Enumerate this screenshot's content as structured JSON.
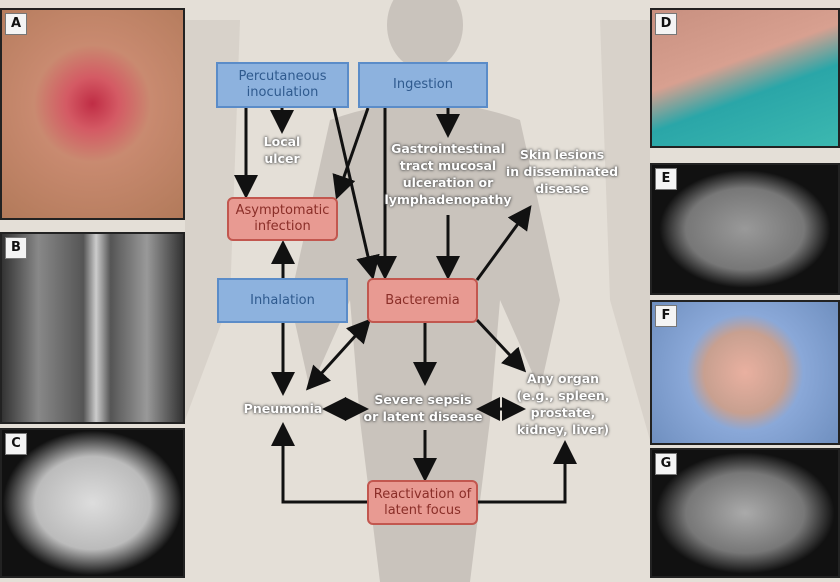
{
  "panels": {
    "a": "A",
    "b": "B",
    "c": "C",
    "d": "D",
    "e": "E",
    "f": "F",
    "g": "G"
  },
  "boxes": {
    "percutaneous": "Percutaneous inoculation",
    "ingestion": "Ingestion",
    "asymptomatic": "Asymptomatic infection",
    "inhalation": "Inhalation",
    "bacteremia": "Bacteremia",
    "reactivation": "Reactivation of latent focus"
  },
  "labels": {
    "local_ulcer": "Local\nulcer",
    "gi": "Gastrointestinal\ntract mucosal\nulceration or\nlymphadenopathy",
    "skin": "Skin lesions\nin disseminated\ndisease",
    "pneumonia": "Pneumonia",
    "sepsis": "Severe sepsis\nor latent disease",
    "organ": "Any organ\n(e.g., spleen,\nprostate,\nkidney, liver)"
  }
}
